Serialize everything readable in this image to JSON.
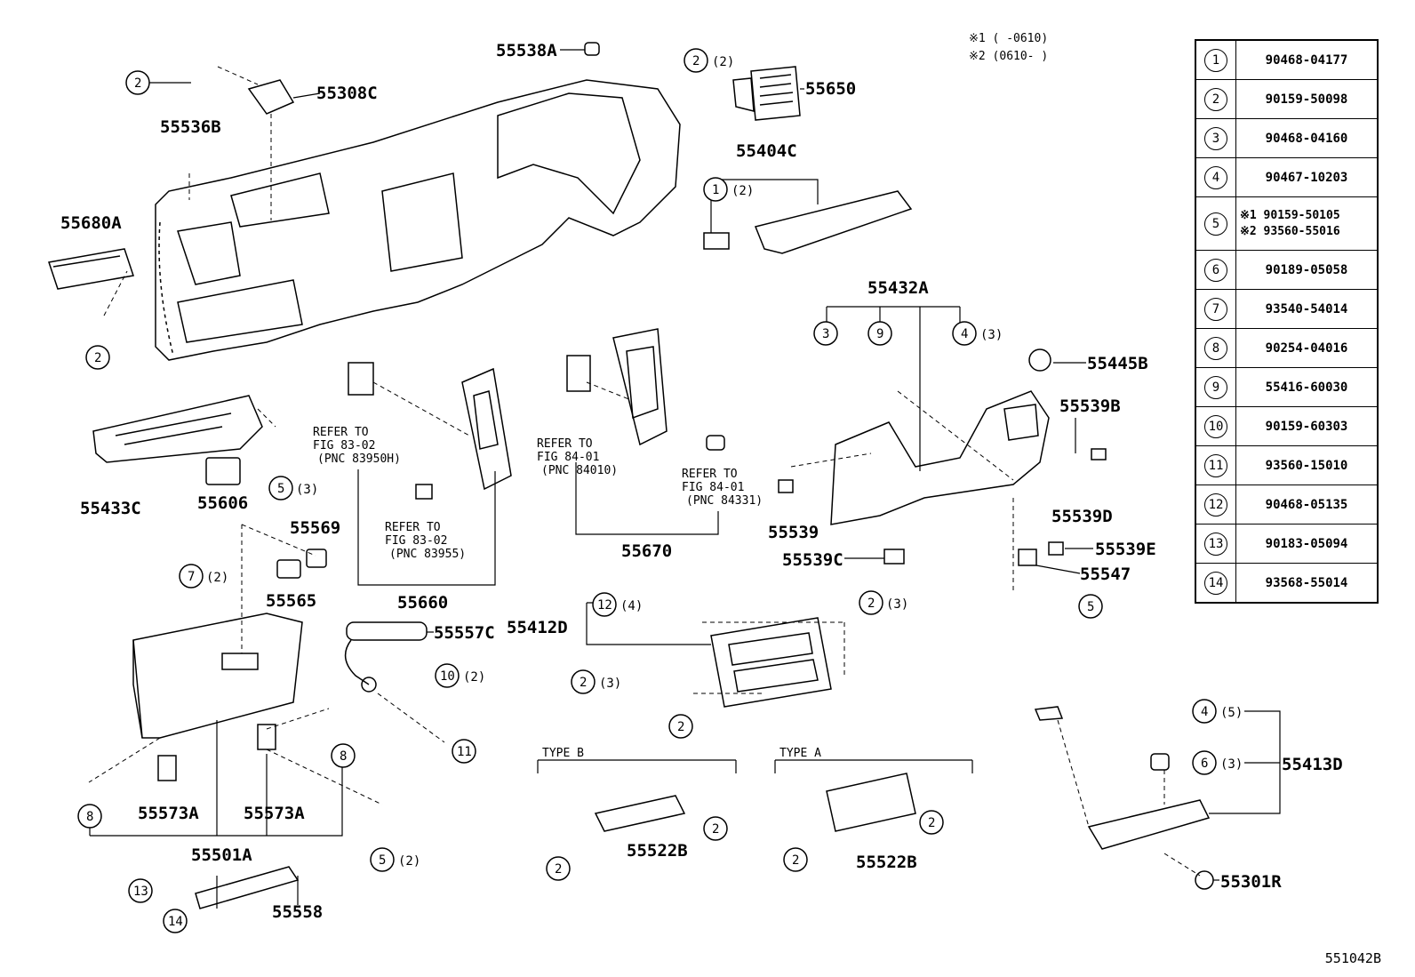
{
  "notes": {
    "n1": "※1 (     -0610)",
    "n2": "※2 (0610-     )"
  },
  "legend": [
    {
      "n": "1",
      "part": "90468-04177"
    },
    {
      "n": "2",
      "part": "90159-50098"
    },
    {
      "n": "3",
      "part": "90468-04160"
    },
    {
      "n": "4",
      "part": "90467-10203"
    },
    {
      "n": "5",
      "part_a": "※1 90159-50105",
      "part_b": "※2 93560-55016"
    },
    {
      "n": "6",
      "part": "90189-05058"
    },
    {
      "n": "7",
      "part": "93540-54014"
    },
    {
      "n": "8",
      "part": "90254-04016"
    },
    {
      "n": "9",
      "part": "55416-60030"
    },
    {
      "n": "10",
      "part": "90159-60303"
    },
    {
      "n": "11",
      "part": "93560-15010"
    },
    {
      "n": "12",
      "part": "90468-05135"
    },
    {
      "n": "13",
      "part": "90183-05094"
    },
    {
      "n": "14",
      "part": "93568-55014"
    }
  ],
  "labels": {
    "p55538A": "55538A",
    "p55308C": "55308C",
    "p55650": "55650",
    "p55536B": "55536B",
    "p55404C": "55404C",
    "p55680A": "55680A",
    "p55432A": "55432A",
    "p55445B": "55445B",
    "p55539B": "55539B",
    "p55433C": "55433C",
    "p55606": "55606",
    "p55569": "55569",
    "p55565": "55565",
    "p55660": "55660",
    "p55670": "55670",
    "p55539": "55539",
    "p55539D": "55539D",
    "p55539C": "55539C",
    "p55539E": "55539E",
    "p55547": "55547",
    "p55557C": "55557C",
    "p55412D": "55412D",
    "p55573A_1": "55573A",
    "p55573A_2": "55573A",
    "p55501A": "55501A",
    "p55558": "55558",
    "p55522B_1": "55522B",
    "p55522B_2": "55522B",
    "p55413D": "55413D",
    "p55301R": "55301R"
  },
  "refs": {
    "r1": [
      "REFER TO",
      "FIG 83-02",
      "(PNC 83950H)"
    ],
    "r2": [
      "REFER TO",
      "FIG 83-02",
      "(PNC 83955)"
    ],
    "r3": [
      "REFER TO",
      "FIG 84-01",
      "(PNC 84010)"
    ],
    "r4": [
      "REFER TO",
      "FIG 84-01",
      "(PNC 84331)"
    ]
  },
  "types": {
    "type_b": "TYPE B",
    "type_a": "TYPE A"
  },
  "qty": {
    "q2": "(2)",
    "q3": "(3)",
    "q4": "(4)",
    "q5": "(5)"
  },
  "figure_id": "551042B"
}
